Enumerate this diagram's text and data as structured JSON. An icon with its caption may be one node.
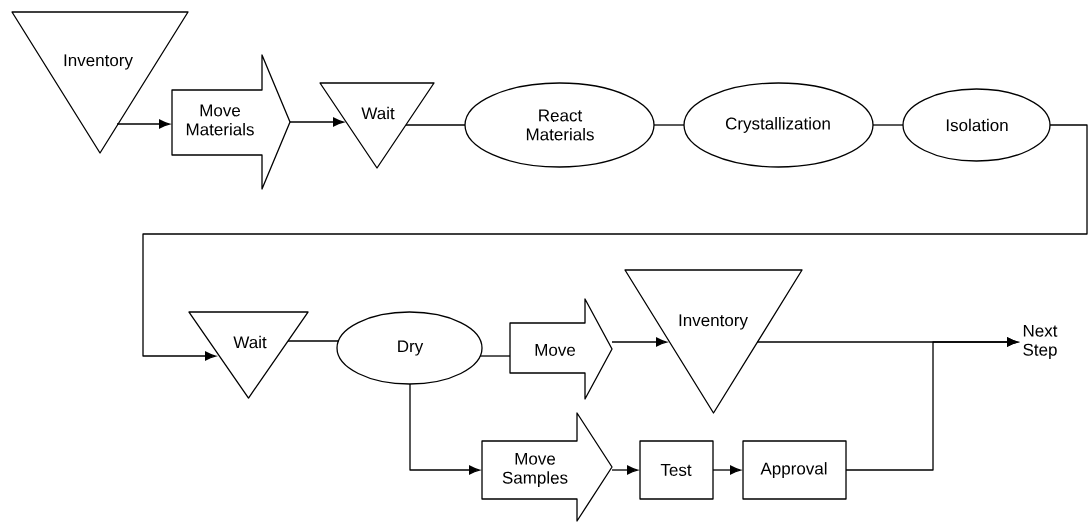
{
  "diagram": {
    "nodes": [
      {
        "text": [
          "Inventory"
        ]
      },
      {
        "text": [
          "Move Materials"
        ]
      },
      {
        "text": [
          "Wait"
        ]
      },
      {
        "text": [
          "React Materials"
        ]
      },
      {
        "text": [
          "Crystallization"
        ]
      },
      {
        "text": [
          "Isolation"
        ]
      },
      {
        "text": [
          "Wait"
        ]
      },
      {
        "text": [
          "Dry"
        ]
      },
      {
        "text": [
          "Move"
        ]
      },
      {
        "text": [
          "Inventory"
        ]
      },
      {
        "text": [
          "Move Samples"
        ]
      },
      {
        "text": [
          "Test"
        ]
      },
      {
        "text": [
          "Approval"
        ]
      },
      {
        "text": [
          "Next Step"
        ]
      }
    ],
    "edges": [
      {
        "from": 0,
        "to": 1,
        "arrow": "to"
      },
      {
        "from": 1,
        "to": 2,
        "arrow": "to"
      },
      {
        "from": 2,
        "to": 3,
        "arrow": "none"
      },
      {
        "from": 3,
        "to": 4,
        "arrow": "none"
      },
      {
        "from": 4,
        "to": 5,
        "arrow": "none"
      },
      {
        "from": 5,
        "to": 6,
        "arrow": "to"
      },
      {
        "from": 6,
        "to": 7,
        "arrow": "none"
      },
      {
        "from": 7,
        "to": 8,
        "arrow": "none"
      },
      {
        "from": 8,
        "to": 9,
        "arrow": "to"
      },
      {
        "from": 9,
        "to": 13,
        "arrow": "to"
      },
      {
        "from": 7,
        "to": 10,
        "arrow": "to"
      },
      {
        "from": 10,
        "to": 11,
        "arrow": "to"
      },
      {
        "from": 11,
        "to": 12,
        "arrow": "to"
      },
      {
        "from": 12,
        "to": 13,
        "arrow": "to"
      }
    ]
  }
}
